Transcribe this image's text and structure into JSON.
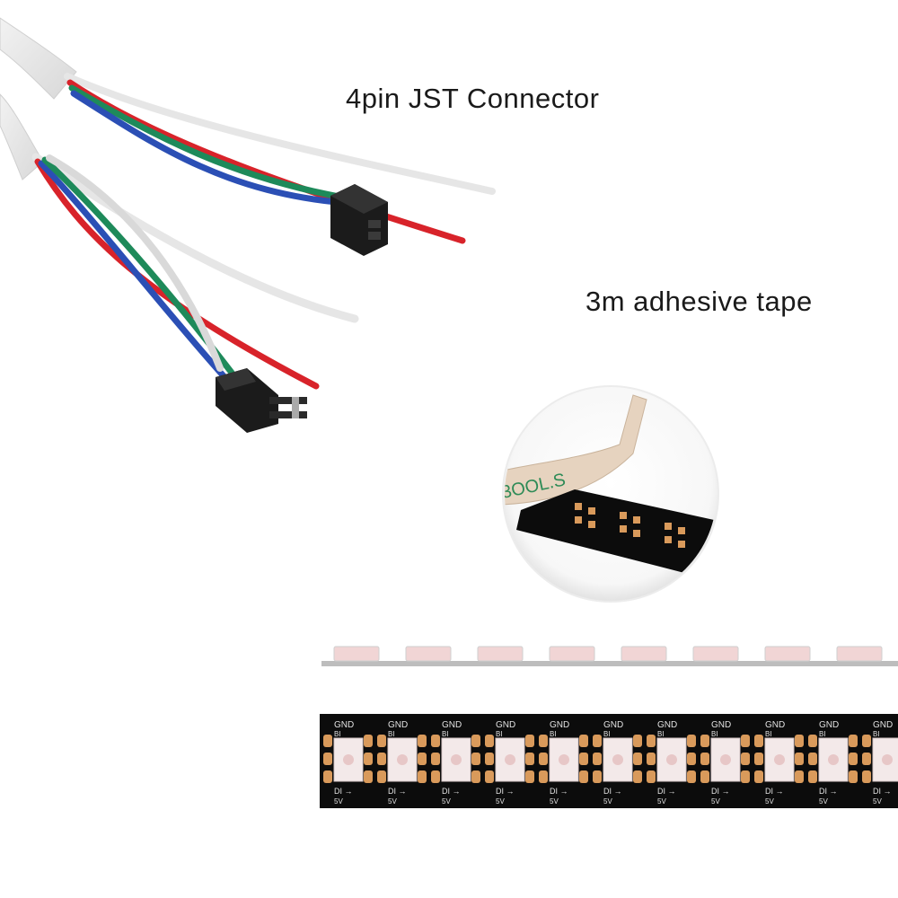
{
  "labels": {
    "connector": "4pin JST Connector",
    "tape": "3m adhesive tape"
  },
  "strip": {
    "gnd_label": "GND",
    "gnd_sub": "BI",
    "di_label": "DI",
    "v_label": "5V",
    "liner_text": "3OOL.S"
  },
  "colors": {
    "wire_white": "#e6e6e6",
    "wire_red": "#d8232a",
    "wire_green": "#1e8a5a",
    "wire_blue": "#2b4fb5",
    "pcb_black": "#0c0c0c",
    "pad_copper": "#d99a5b",
    "connector_black": "#1b1b1b",
    "tape_liner": "#e6d3bf"
  }
}
